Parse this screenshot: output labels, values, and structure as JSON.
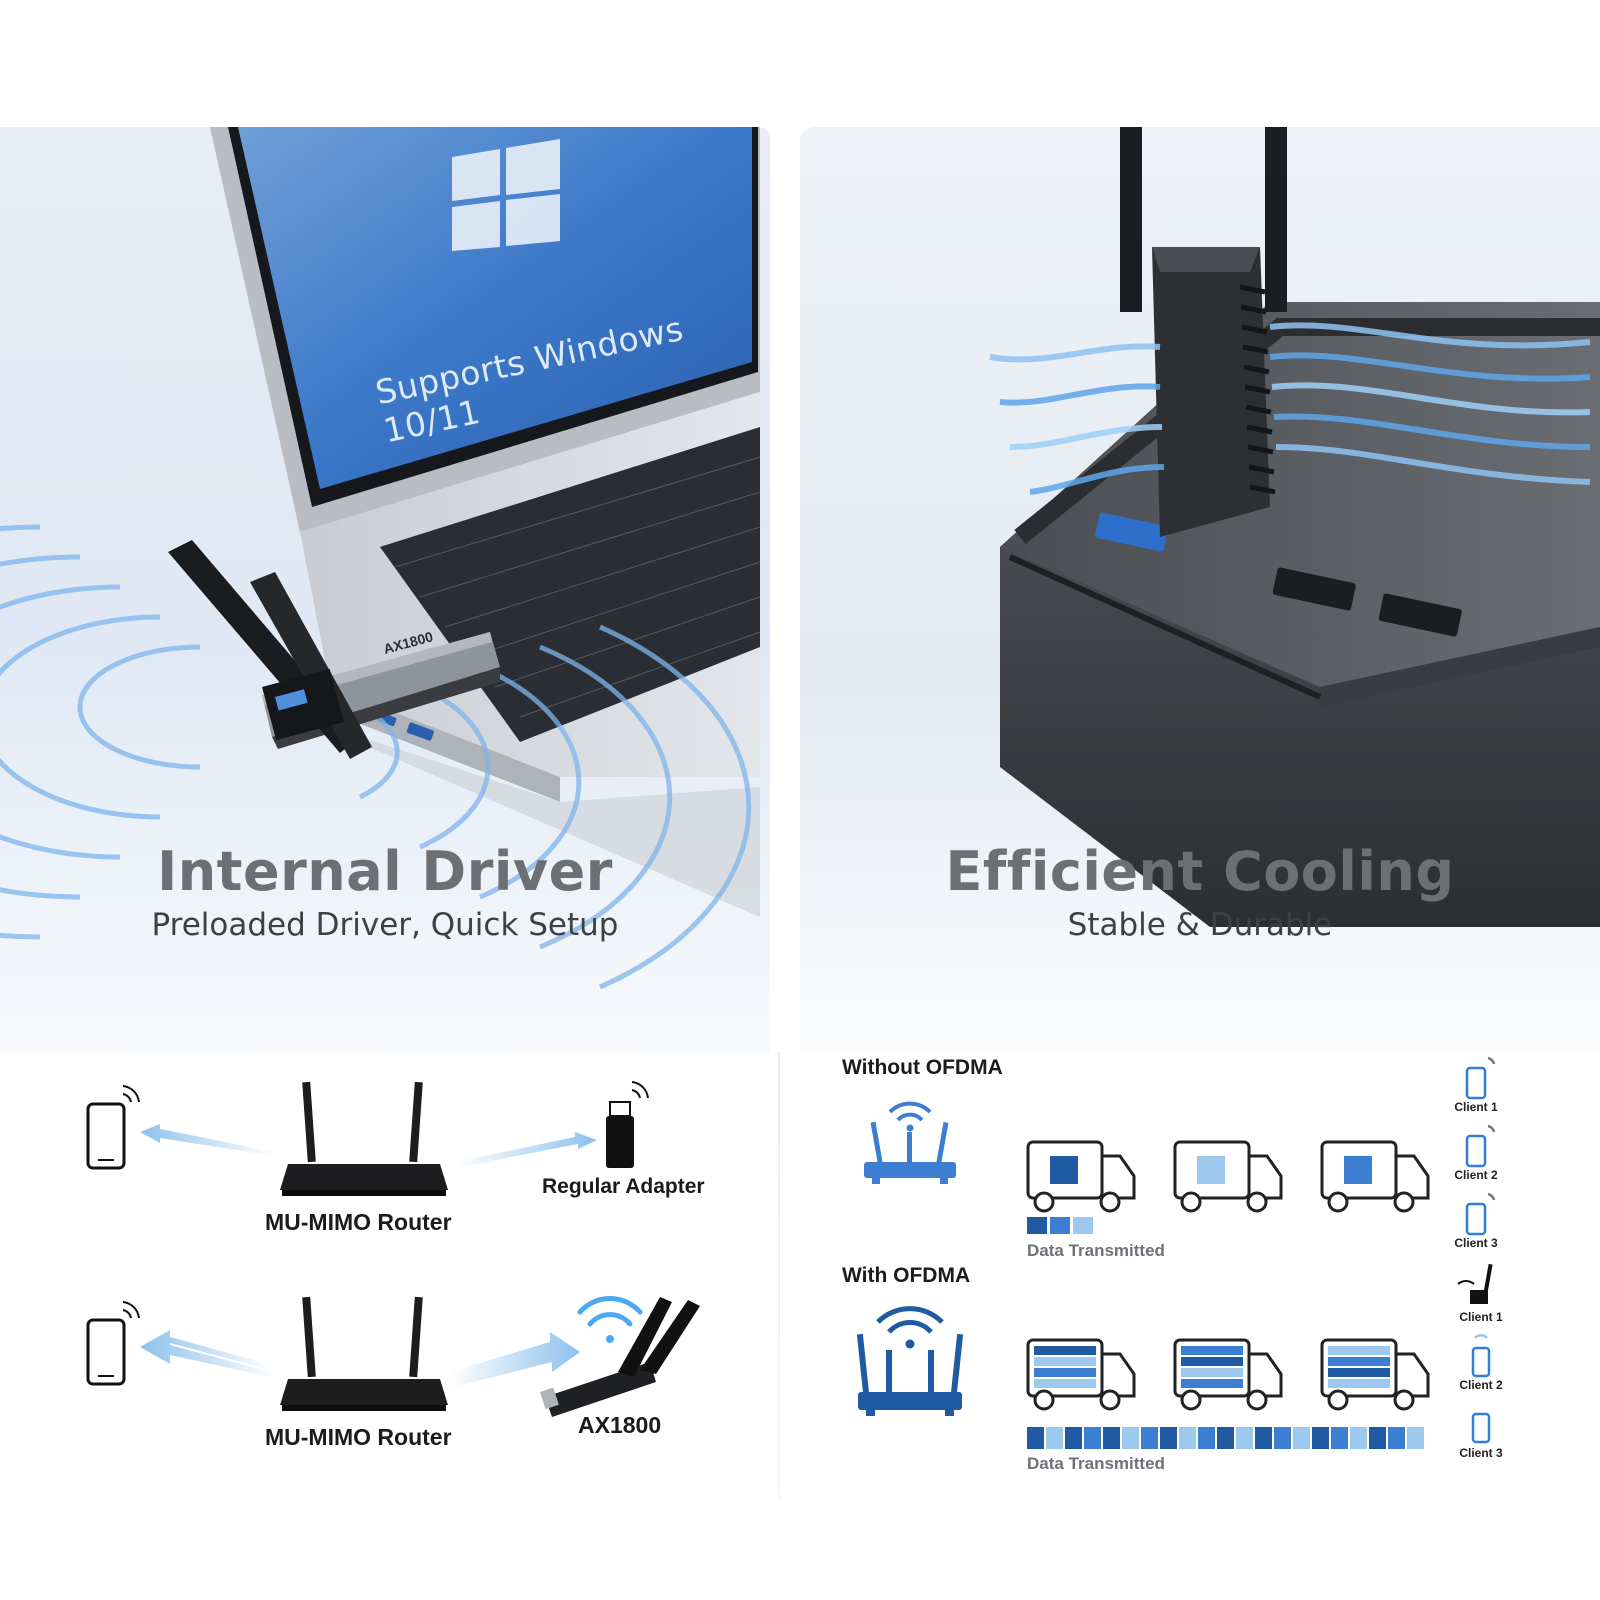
{
  "colors": {
    "blue_dark": "#1f5aa3",
    "blue_mid": "#3c7fd2",
    "blue_light": "#9dc9ee",
    "router_black": "#1d1d1f",
    "title_gray": "#6d6f73"
  },
  "driver_panel": {
    "screen_text": "Supports Windows 10/11",
    "adapter_label": "AX1800",
    "title": "Internal Driver",
    "subtitle": "Preloaded Driver, Quick Setup"
  },
  "cooling_panel": {
    "title": "Efficient Cooling",
    "subtitle": "Stable & Durable"
  },
  "mimo_panel": {
    "top_router_label": "MU-MIMO Router",
    "top_device_label": "Regular Adapter",
    "bottom_router_label": "MU-MIMO Router",
    "bottom_device_label": "AX1800",
    "icons": [
      "phone-icon",
      "router-icon",
      "usb-adapter-icon",
      "wifi-icon"
    ]
  },
  "ofdma_panel": {
    "without_title": "Without OFDMA",
    "with_title": "With OFDMA",
    "without_caption": "Data Transmitted",
    "with_caption": "Data Transmitted",
    "without_clients": [
      "Client 1",
      "Client 2",
      "Client 3"
    ],
    "with_clients": [
      "Client 1",
      "Client 2",
      "Client 3"
    ],
    "without_segments": [
      "#1f5aa3",
      "#3c7fd2",
      "#9dc9ee"
    ],
    "with_segments": [
      "#1f5aa3",
      "#9dc9ee",
      "#1f5aa3",
      "#3c7fd2",
      "#1f5aa3",
      "#9dc9ee",
      "#3c7fd2",
      "#1f5aa3",
      "#9dc9ee",
      "#3c7fd2",
      "#1f5aa3",
      "#9dc9ee",
      "#1f5aa3",
      "#3c7fd2",
      "#9dc9ee",
      "#1f5aa3",
      "#3c7fd2",
      "#9dc9ee",
      "#1f5aa3",
      "#3c7fd2",
      "#9dc9ee"
    ]
  }
}
